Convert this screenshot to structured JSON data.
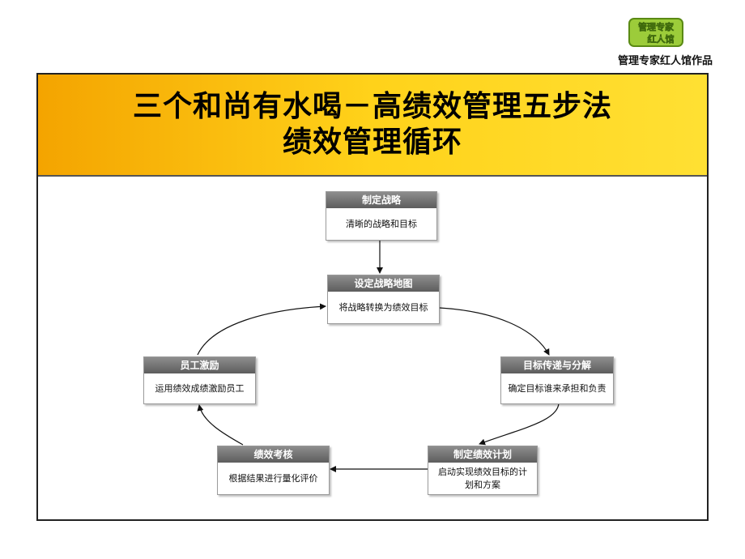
{
  "brand": {
    "caption": "管理专家红人馆作品",
    "logo_text_line1": "管理专家",
    "logo_text_line2": "红人馆"
  },
  "title": {
    "line1": "三个和尚有水喝－高绩效管理五步法",
    "line2": "绩效管理循环"
  },
  "diagram": {
    "nodes": [
      {
        "id": "strategy",
        "title": "制定战略",
        "body": "清晰的战略和目标"
      },
      {
        "id": "strategy-map",
        "title": "设定战略地图",
        "body": "将战略转换为绩效目标"
      },
      {
        "id": "decompose",
        "title": "目标传递与分解",
        "body": "确定目标谁来承担和负责"
      },
      {
        "id": "plan",
        "title": "制定绩效计划",
        "body": "启动实现绩效目标的计划和方案"
      },
      {
        "id": "assess",
        "title": "绩效考核",
        "body": "根据结果进行量化评价"
      },
      {
        "id": "motivate",
        "title": "员工激励",
        "body": "运用绩效成绩激励员工"
      }
    ],
    "colors": {
      "header_gradient_top": "#8d8d8d",
      "header_gradient_bottom": "#5d5d5d",
      "banner_left": "#f4a400",
      "banner_right": "#ffe033"
    }
  }
}
